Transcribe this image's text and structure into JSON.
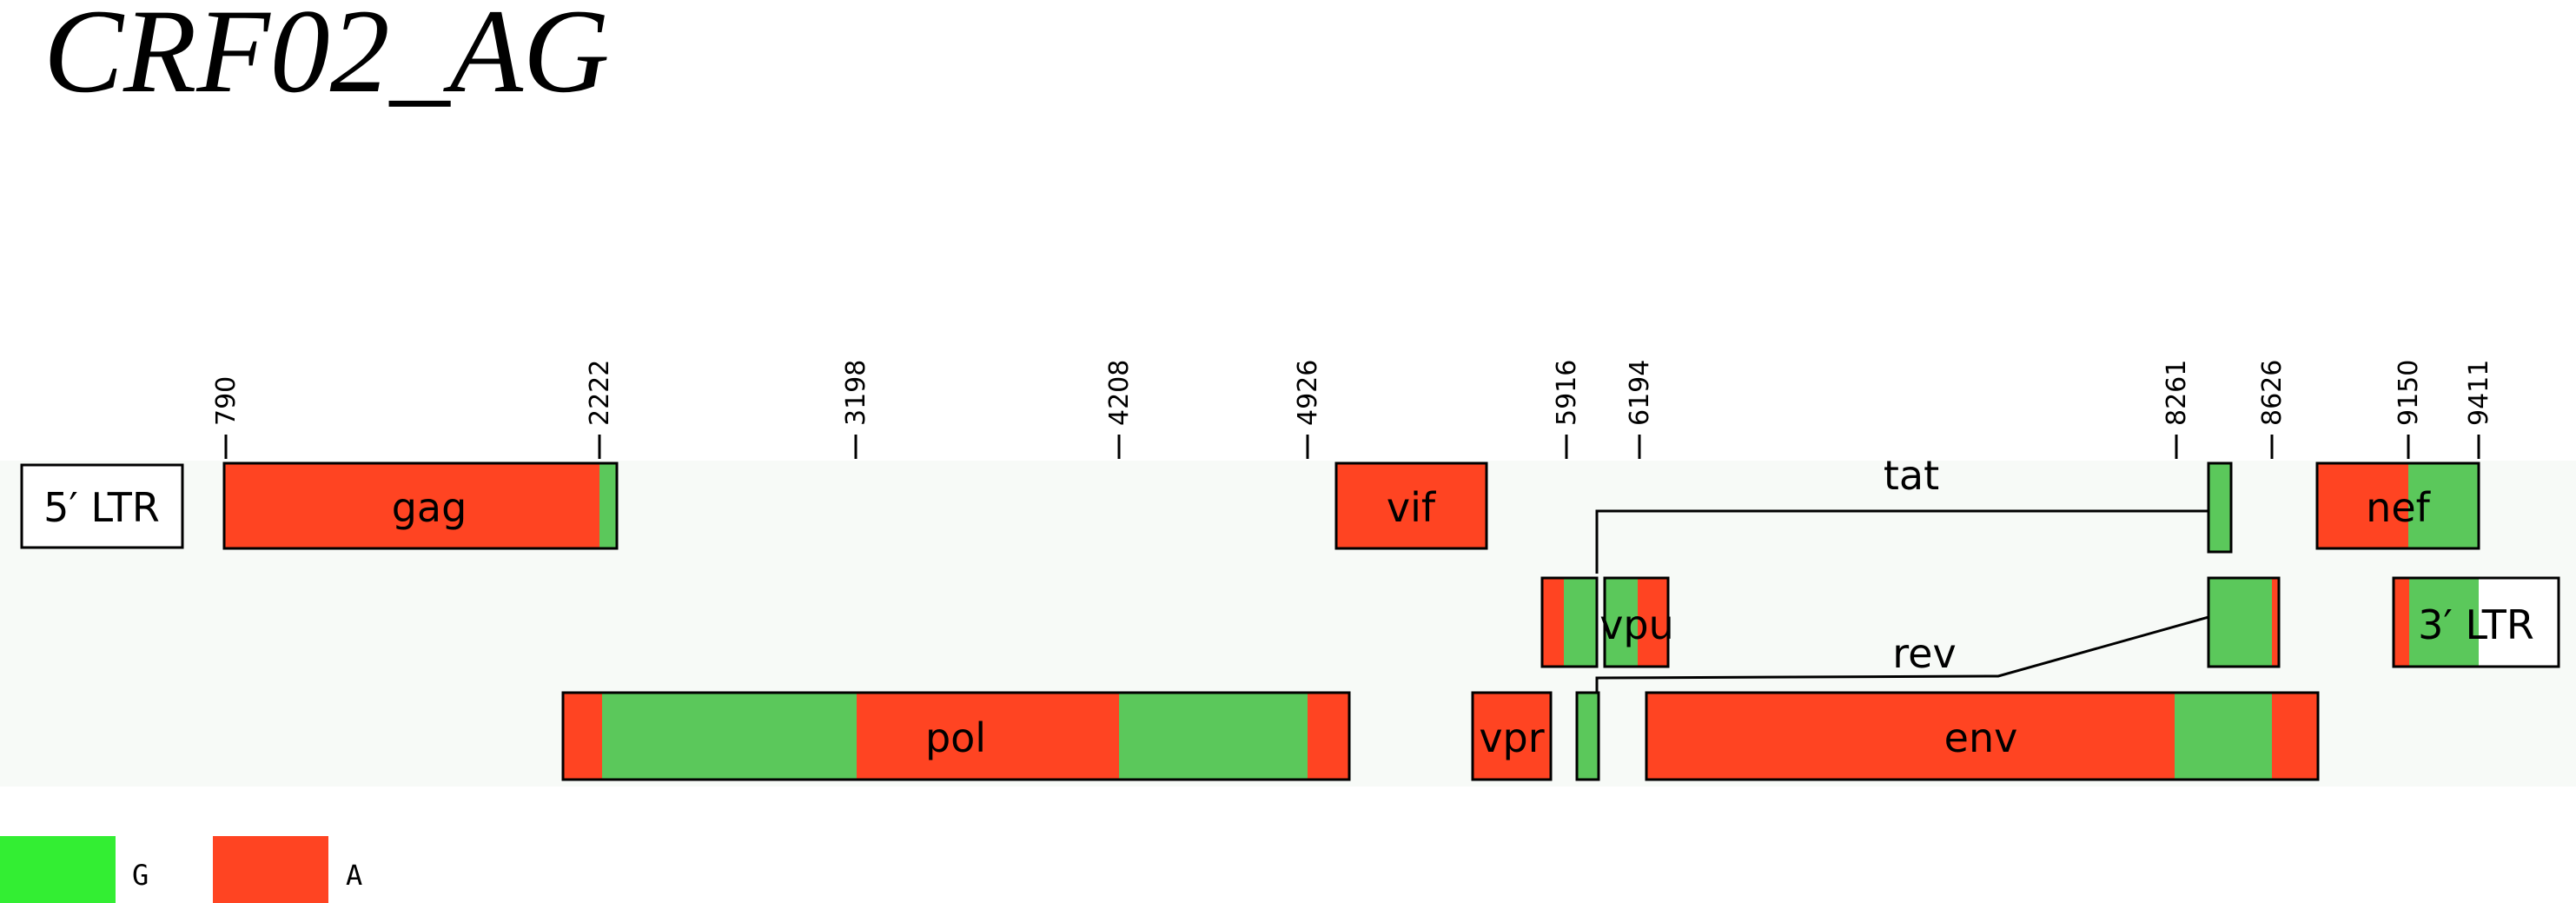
{
  "title": "CRF02_AG",
  "colors": {
    "G": "#5bc85b",
    "A": "#ff4422",
    "legend_G": "#33ee33",
    "legend_A": "#ff4422",
    "band": "#f7faf7",
    "outline": "#000000"
  },
  "positions": [
    "790",
    "2222",
    "3198",
    "4208",
    "4926",
    "5916",
    "6194",
    "8261",
    "8626",
    "9150",
    "9411"
  ],
  "genes": {
    "ltr5": "5′ LTR",
    "gag": "gag",
    "vif": "vif",
    "nef": "nef",
    "vpu": "vpu",
    "ltr3": "3′ LTR",
    "pol": "pol",
    "vpr": "vpr",
    "env": "env"
  },
  "splices": {
    "tat": "tat",
    "rev": "rev"
  },
  "legend": [
    {
      "key": "G",
      "label": "G"
    },
    {
      "key": "A",
      "label": "A"
    }
  ]
}
